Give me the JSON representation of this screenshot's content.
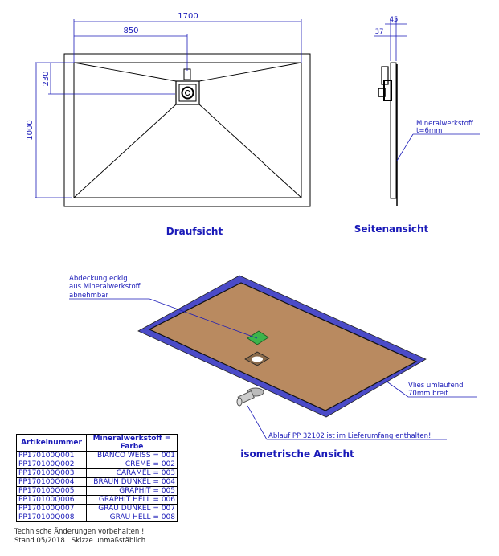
{
  "top_view": {
    "title": "Draufsicht",
    "dim_length": "1700",
    "dim_half_length": "850",
    "dim_width": "1000",
    "dim_drain_offset": "230"
  },
  "side_view": {
    "title": "Seitenansicht",
    "dim_total": "45",
    "dim_base": "37",
    "material_label": "Mineralwerkstoff",
    "thickness_label": "t=6mm"
  },
  "iso_view": {
    "title": "isometrische Ansicht",
    "cover_label": [
      "Abdeckung eckig",
      "aus Mineralwerkstoff",
      "abnehmbar"
    ],
    "fleece_label": [
      "Vlies umlaufend",
      "70mm breit"
    ],
    "drain_label": "Ablauf PP 32102 ist im Lieferumfang enthalten!",
    "colors": {
      "surface": "#b98a60",
      "fleece": "#4b4bc8",
      "cover": "#3cb44b"
    }
  },
  "table": {
    "headers": [
      "Artikelnummer",
      "Mineralwerkstoff = Farbe"
    ],
    "rows": [
      [
        "PP170100Q001",
        "BIANCO WEISS = 001"
      ],
      [
        "PP170100Q002",
        "CREME = 002"
      ],
      [
        "PP170100Q003",
        "CARAMEL = 003"
      ],
      [
        "PP170100Q004",
        "BRAUN DUNKEL = 004"
      ],
      [
        "PP170100Q005",
        "GRAPHIT = 005"
      ],
      [
        "PP170100Q006",
        "GRAPHIT HELL = 006"
      ],
      [
        "PP170100Q007",
        "GRAU DUNKEL = 007"
      ],
      [
        "PP170100Q008",
        "GRAU HELL = 008"
      ]
    ]
  },
  "footer": {
    "line1": "Technische Änderungen vorbehalten !",
    "line2": "Stand 05/2018   Skizze unmaßstäblich"
  }
}
